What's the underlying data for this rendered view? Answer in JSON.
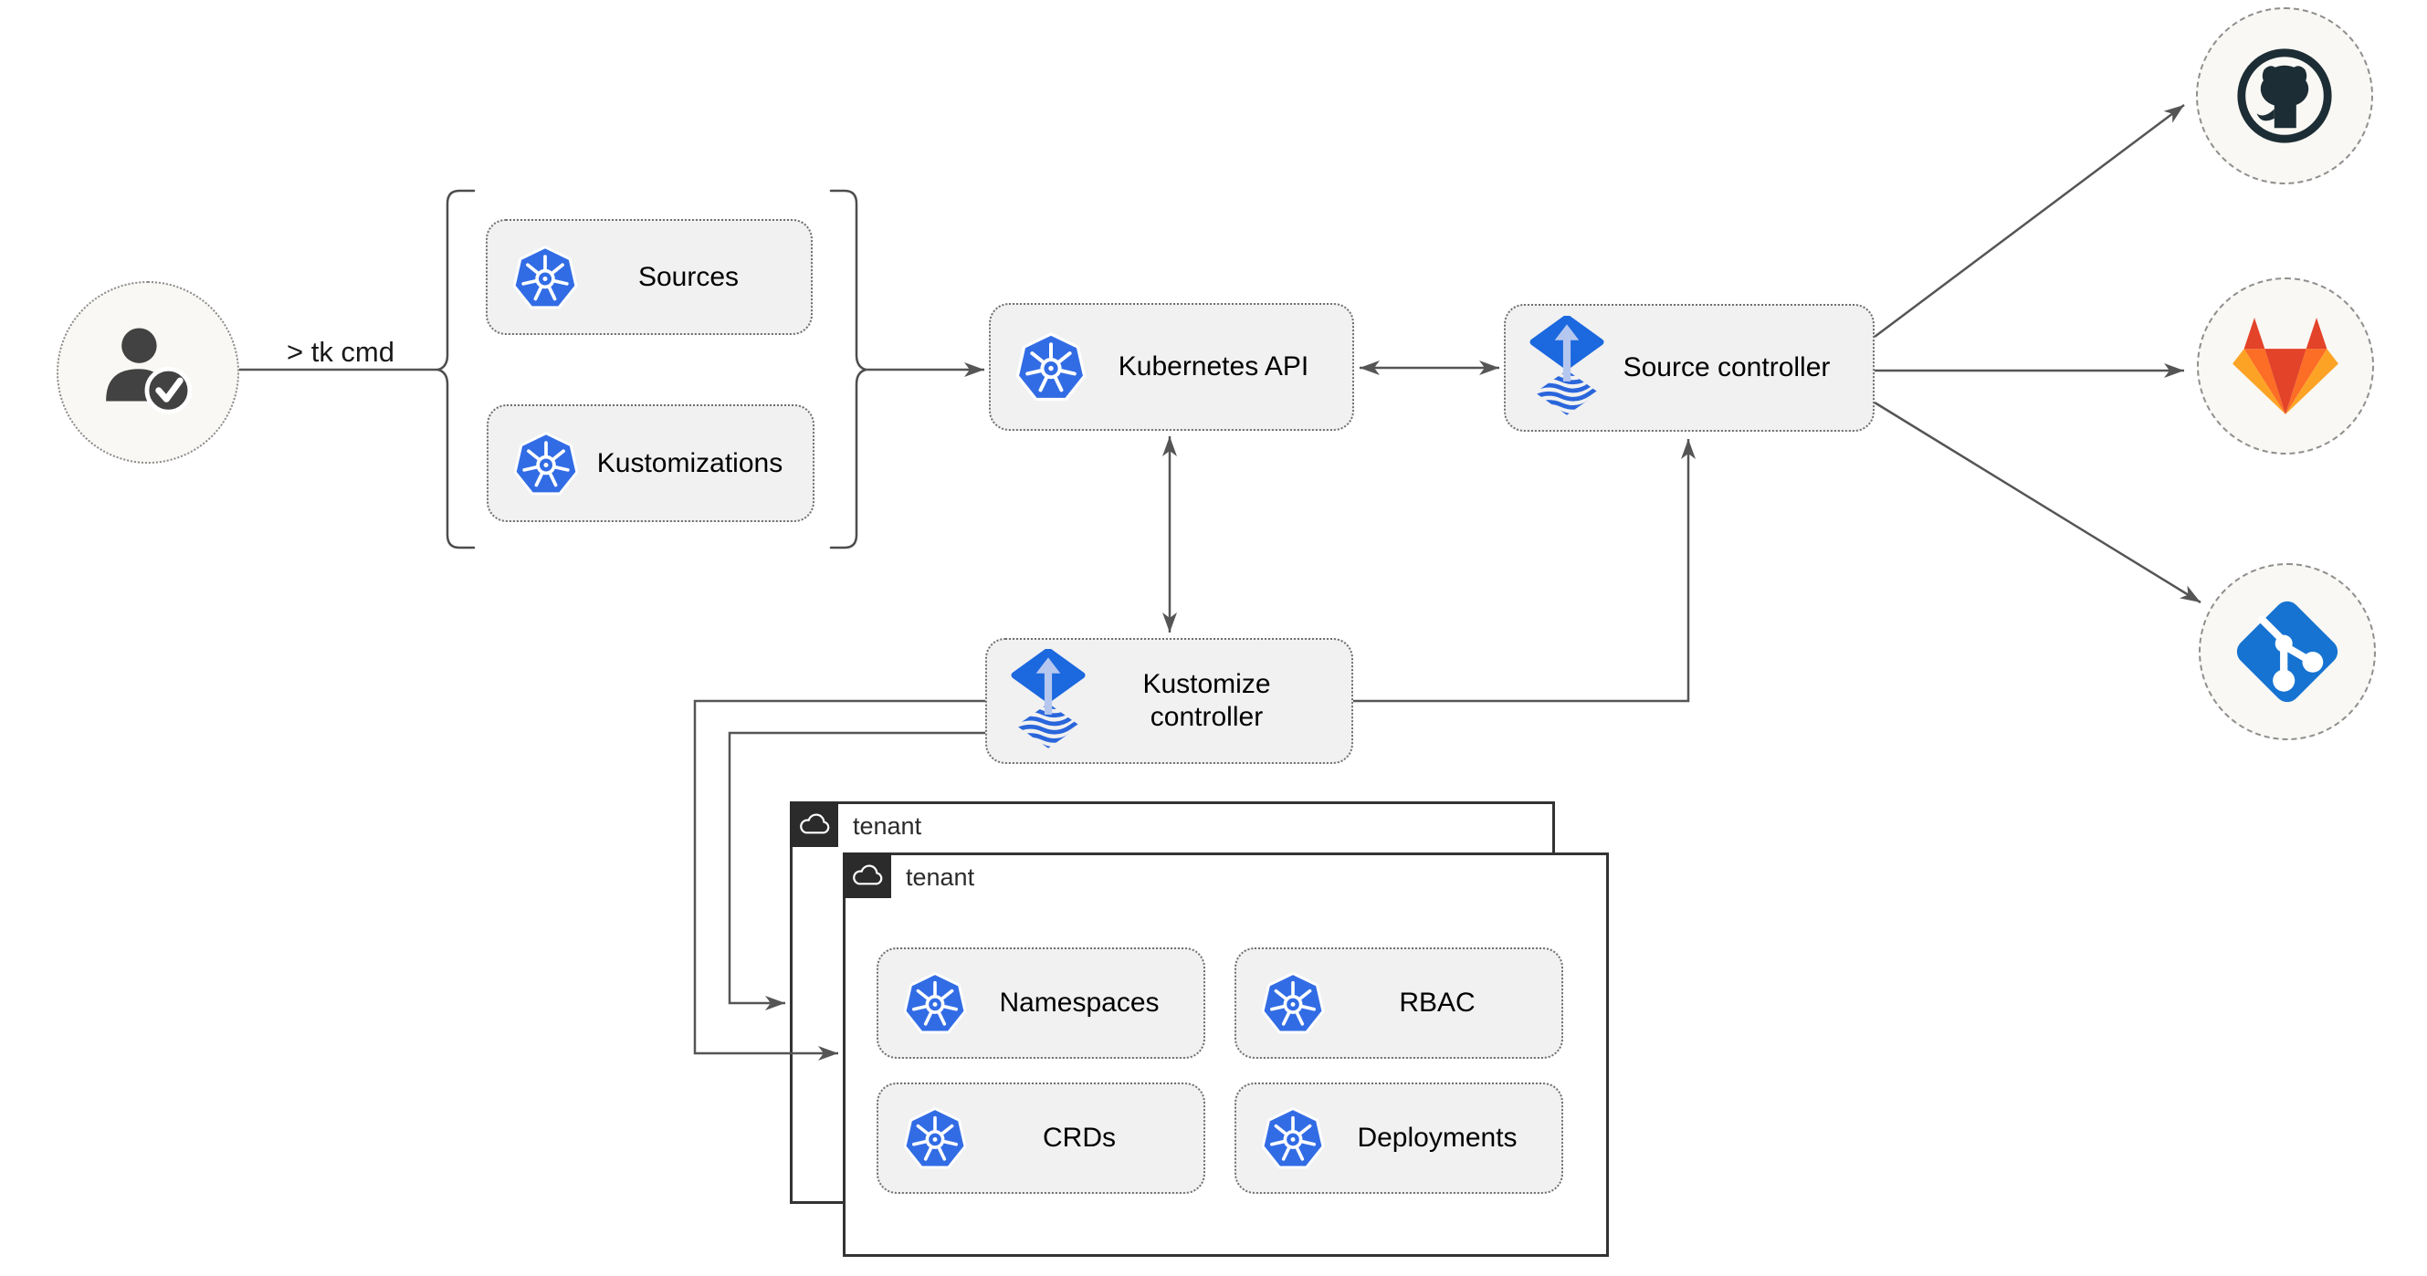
{
  "diagram": {
    "cli_label": "> tk cmd",
    "nodes": {
      "sources": "Sources",
      "kustomizations": "Kustomizations",
      "kubernetes_api": "Kubernetes API",
      "source_controller": "Source controller",
      "kustomize_controller": "Kustomize controller",
      "namespaces": "Namespaces",
      "rbac": "RBAC",
      "crds": "CRDs",
      "deployments": "Deployments"
    },
    "tenants": {
      "back": "tenant",
      "front": "tenant"
    },
    "providers": [
      "github",
      "gitlab",
      "git"
    ],
    "colors": {
      "kubernetes_blue": "#326ce5",
      "flux_blue": "#1b68df",
      "flux_arrow": "#b6c7ef",
      "flux_stripes": "#2a66db",
      "github_dark": "#1d2d35",
      "gitlab_red": "#e24329",
      "gitlab_orange": "#fc6d26",
      "gitlab_light_orange": "#fca326",
      "git_blue": "#1673d1",
      "box_fill": "#f1f1f1",
      "circle_fill": "#faf8f4",
      "line": "#555555",
      "tenant_header": "#2b2b2b"
    }
  }
}
